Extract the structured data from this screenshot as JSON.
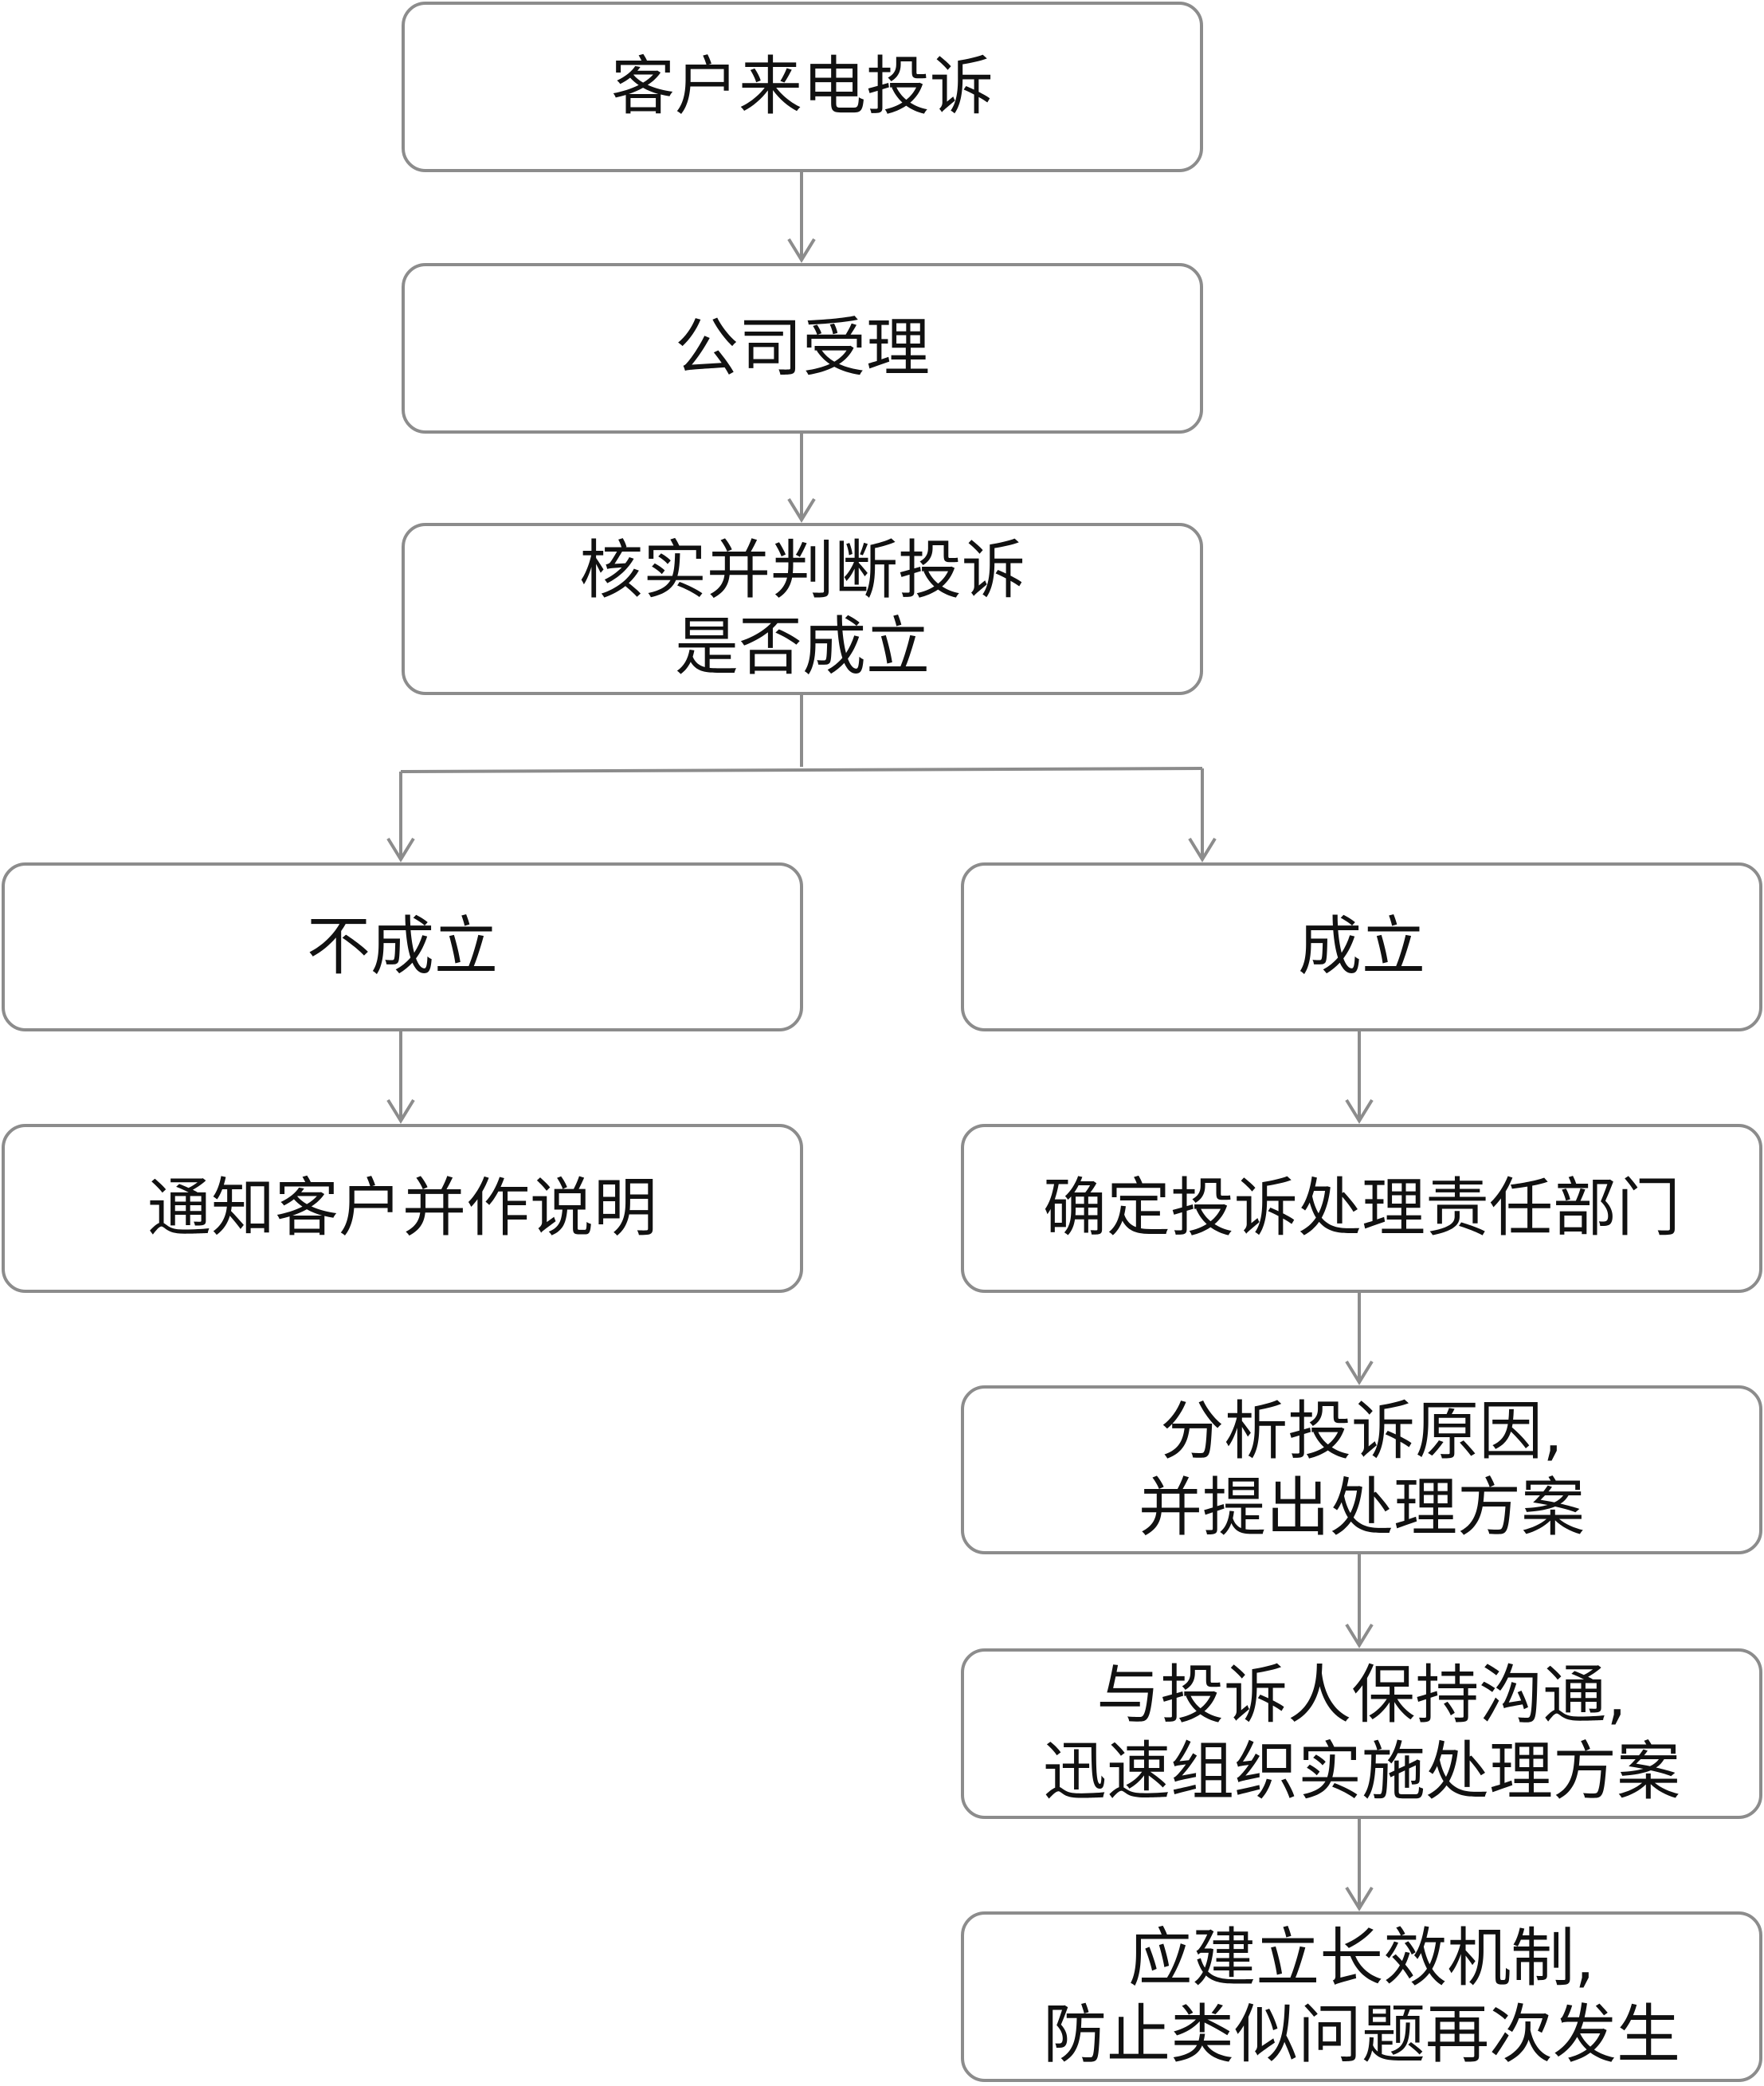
{
  "colors": {
    "border": "#8c8c8c",
    "text": "#111111",
    "background": "#ffffff"
  },
  "nodes": {
    "customer_call": "客户来电投诉",
    "company_accept": "公司受理",
    "verify_judge": "核实并判断投诉\n是否成立",
    "not_valid": "不成立",
    "valid": "成立",
    "notify_customer": "通知客户并作说明",
    "determine_department": "确定投诉处理责任部门",
    "analyze_cause": "分析投诉原因,\n并提出处理方案",
    "communicate_implement": "与投诉人保持沟通,\n迅速组织实施处理方案",
    "long_term_mechanism": "应建立长效机制,\n防止类似问题再次发生"
  }
}
